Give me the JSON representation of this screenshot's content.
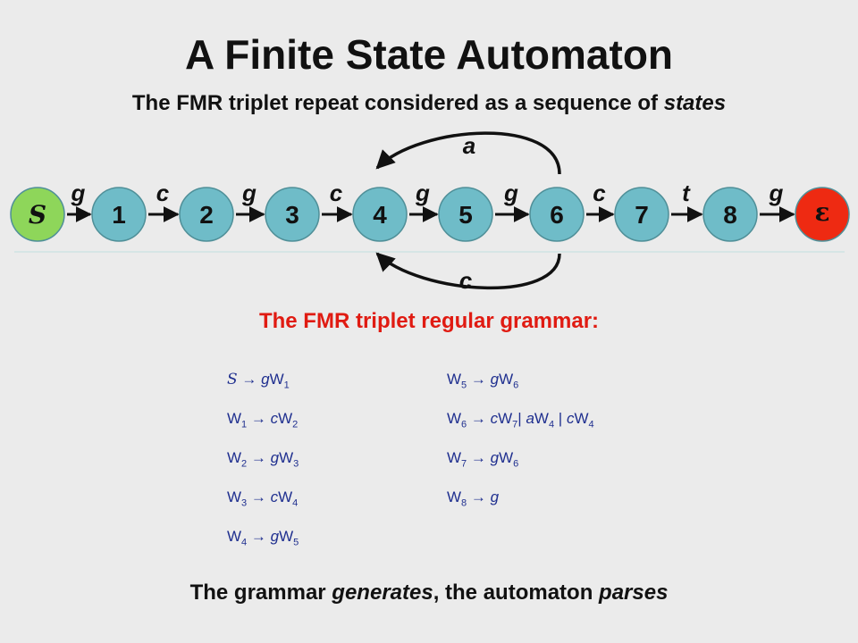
{
  "title": "A Finite State Automaton",
  "subtitle": {
    "prefix": "The FMR triplet repeat considered as a sequence of ",
    "emph": "states"
  },
  "automaton": {
    "states": [
      {
        "label": "S",
        "kind": "start",
        "color": "#8ed65a"
      },
      {
        "label": "1",
        "kind": "normal",
        "color": "#6fbcc8"
      },
      {
        "label": "2",
        "kind": "normal",
        "color": "#6fbcc8"
      },
      {
        "label": "3",
        "kind": "normal",
        "color": "#6fbcc8"
      },
      {
        "label": "4",
        "kind": "normal",
        "color": "#6fbcc8"
      },
      {
        "label": "5",
        "kind": "normal",
        "color": "#6fbcc8"
      },
      {
        "label": "6",
        "kind": "normal",
        "color": "#6fbcc8"
      },
      {
        "label": "7",
        "kind": "normal",
        "color": "#6fbcc8"
      },
      {
        "label": "8",
        "kind": "normal",
        "color": "#6fbcc8"
      },
      {
        "label": "ε",
        "kind": "final",
        "color": "#ee2a12"
      }
    ],
    "transitions": [
      "g",
      "c",
      "g",
      "c",
      "g",
      "g",
      "c",
      "t",
      "g"
    ],
    "loop_top_label": "a",
    "loop_bottom_label": "c"
  },
  "grammar_heading": "The FMR triplet regular grammar:",
  "rules_left": [
    {
      "lhs": "S",
      "lhs_sub": "",
      "rhs": [
        [
          "t",
          "g"
        ],
        [
          "n",
          "W"
        ],
        [
          "s",
          "1"
        ]
      ]
    },
    {
      "lhs": "W",
      "lhs_sub": "1",
      "rhs": [
        [
          "t",
          "c"
        ],
        [
          "n",
          "W"
        ],
        [
          "s",
          "2"
        ]
      ]
    },
    {
      "lhs": "W",
      "lhs_sub": "2",
      "rhs": [
        [
          "t",
          "g"
        ],
        [
          "n",
          "W"
        ],
        [
          "s",
          "3"
        ]
      ]
    },
    {
      "lhs": "W",
      "lhs_sub": "3",
      "rhs": [
        [
          "t",
          "c"
        ],
        [
          "n",
          "W"
        ],
        [
          "s",
          "4"
        ]
      ]
    },
    {
      "lhs": "W",
      "lhs_sub": "4",
      "rhs": [
        [
          "t",
          "g"
        ],
        [
          "n",
          "W"
        ],
        [
          "s",
          "5"
        ]
      ]
    }
  ],
  "rules_right": [
    {
      "lhs": "W",
      "lhs_sub": "5",
      "rhs": [
        [
          "t",
          "g"
        ],
        [
          "n",
          "W"
        ],
        [
          "s",
          "6"
        ]
      ]
    },
    {
      "lhs": "W",
      "lhs_sub": "6",
      "rhs": [
        [
          "t",
          "c"
        ],
        [
          "n",
          "W"
        ],
        [
          "s",
          "7"
        ],
        [
          "n",
          "| "
        ],
        [
          "t",
          "a"
        ],
        [
          "n",
          "W"
        ],
        [
          "s",
          "4"
        ],
        [
          "n",
          " | "
        ],
        [
          "t",
          "c"
        ],
        [
          "n",
          "W"
        ],
        [
          "s",
          "4"
        ]
      ]
    },
    {
      "lhs": "W",
      "lhs_sub": "7",
      "rhs": [
        [
          "t",
          "g"
        ],
        [
          "n",
          "W"
        ],
        [
          "s",
          "6"
        ]
      ]
    },
    {
      "lhs": "W",
      "lhs_sub": "8",
      "rhs": [
        [
          "t",
          "g"
        ]
      ]
    }
  ],
  "arrow_symbol": "→",
  "footer": {
    "parts": [
      [
        "n",
        "The grammar "
      ],
      [
        "i",
        "generates"
      ],
      [
        "n",
        ", the automaton "
      ],
      [
        "i",
        "parses"
      ]
    ]
  }
}
